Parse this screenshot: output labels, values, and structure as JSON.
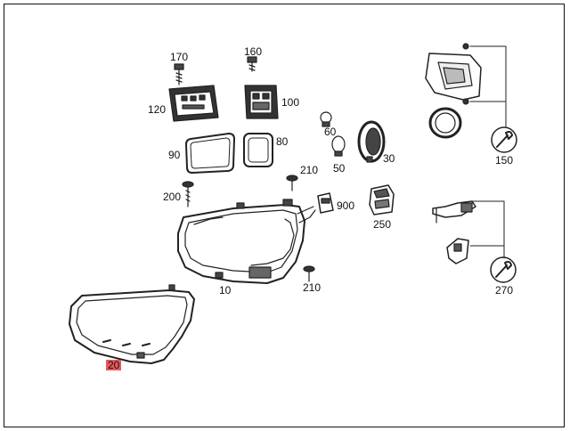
{
  "diagram": {
    "parts": [
      {
        "id": "p170",
        "label": "170",
        "icon": "screw-icon"
      },
      {
        "id": "p160",
        "label": "160",
        "icon": "screw-icon"
      },
      {
        "id": "p120",
        "label": "120",
        "icon": "control-unit-icon"
      },
      {
        "id": "p100",
        "label": "100",
        "icon": "control-unit-icon"
      },
      {
        "id": "p90",
        "label": "90",
        "icon": "gasket-icon"
      },
      {
        "id": "p80",
        "label": "80",
        "icon": "gasket-icon"
      },
      {
        "id": "p60",
        "label": "60",
        "icon": "bulb-icon"
      },
      {
        "id": "p50",
        "label": "50",
        "icon": "bulb-icon"
      },
      {
        "id": "p30",
        "label": "30",
        "icon": "cap-icon"
      },
      {
        "id": "p210a",
        "label": "210",
        "icon": "screw-icon"
      },
      {
        "id": "p200",
        "label": "200",
        "icon": "screw-icon"
      },
      {
        "id": "p900",
        "label": "900",
        "icon": "connector-icon"
      },
      {
        "id": "p250",
        "label": "250",
        "icon": "housing-cap-icon"
      },
      {
        "id": "p10",
        "label": "10",
        "icon": "headlamp-icon"
      },
      {
        "id": "p210b",
        "label": "210",
        "icon": "screw-icon"
      },
      {
        "id": "p20",
        "label": "20",
        "icon": "lens-icon",
        "highlight_color": "#e8585c"
      },
      {
        "id": "p150",
        "label": "150",
        "icon": "wrench-icon"
      },
      {
        "id": "p270",
        "label": "270",
        "icon": "wrench-icon"
      }
    ]
  }
}
